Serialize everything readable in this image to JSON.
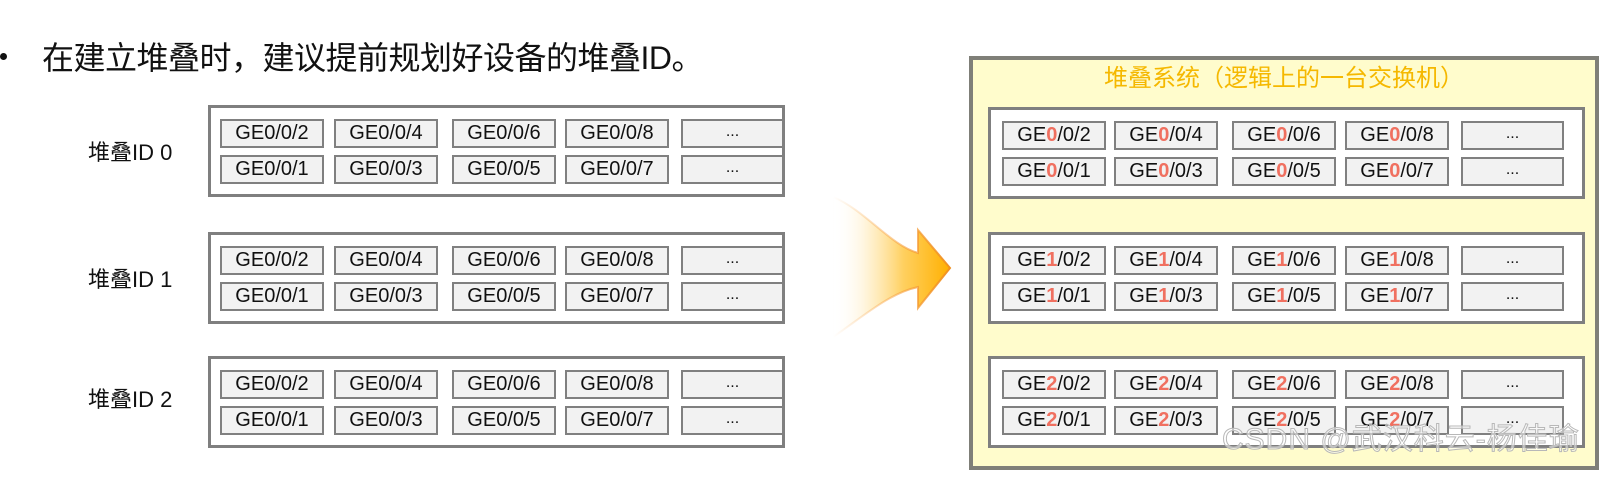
{
  "heading": {
    "bullet_icon": "bullet-dot",
    "text": "在建立堆叠时，建议提前规划好设备的堆叠ID。"
  },
  "left_stacks": [
    {
      "label": "堆叠ID 0",
      "top_row": [
        "GE0/0/2",
        "GE0/0/4",
        "GE0/0/6",
        "GE0/0/8",
        "..."
      ],
      "bottom_row": [
        "GE0/0/1",
        "GE0/0/3",
        "GE0/0/5",
        "GE0/0/7",
        "..."
      ]
    },
    {
      "label": "堆叠ID 1",
      "top_row": [
        "GE0/0/2",
        "GE0/0/4",
        "GE0/0/6",
        "GE0/0/8",
        "..."
      ],
      "bottom_row": [
        "GE0/0/1",
        "GE0/0/3",
        "GE0/0/5",
        "GE0/0/7",
        "..."
      ]
    },
    {
      "label": "堆叠ID 2",
      "top_row": [
        "GE0/0/2",
        "GE0/0/4",
        "GE0/0/6",
        "GE0/0/8",
        "..."
      ],
      "bottom_row": [
        "GE0/0/1",
        "GE0/0/3",
        "GE0/0/5",
        "GE0/0/7",
        "..."
      ]
    }
  ],
  "arrow_icon": "right-arrow-gradient",
  "stack_system": {
    "title": "堆叠系统（逻辑上的一台交换机）",
    "members": [
      {
        "slot": "0",
        "top_row": [
          {
            "prefix": "GE",
            "slot": "0",
            "suffix": "/0/2"
          },
          {
            "prefix": "GE",
            "slot": "0",
            "suffix": "/0/4"
          },
          {
            "prefix": "GE",
            "slot": "0",
            "suffix": "/0/6"
          },
          {
            "prefix": "GE",
            "slot": "0",
            "suffix": "/0/8"
          },
          {
            "prefix": "...",
            "slot": "",
            "suffix": ""
          }
        ],
        "bottom_row": [
          {
            "prefix": "GE",
            "slot": "0",
            "suffix": "/0/1"
          },
          {
            "prefix": "GE",
            "slot": "0",
            "suffix": "/0/3"
          },
          {
            "prefix": "GE",
            "slot": "0",
            "suffix": "/0/5"
          },
          {
            "prefix": "GE",
            "slot": "0",
            "suffix": "/0/7"
          },
          {
            "prefix": "...",
            "slot": "",
            "suffix": ""
          }
        ]
      },
      {
        "slot": "1",
        "top_row": [
          {
            "prefix": "GE",
            "slot": "1",
            "suffix": "/0/2"
          },
          {
            "prefix": "GE",
            "slot": "1",
            "suffix": "/0/4"
          },
          {
            "prefix": "GE",
            "slot": "1",
            "suffix": "/0/6"
          },
          {
            "prefix": "GE",
            "slot": "1",
            "suffix": "/0/8"
          },
          {
            "prefix": "...",
            "slot": "",
            "suffix": ""
          }
        ],
        "bottom_row": [
          {
            "prefix": "GE",
            "slot": "1",
            "suffix": "/0/1"
          },
          {
            "prefix": "GE",
            "slot": "1",
            "suffix": "/0/3"
          },
          {
            "prefix": "GE",
            "slot": "1",
            "suffix": "/0/5"
          },
          {
            "prefix": "GE",
            "slot": "1",
            "suffix": "/0/7"
          },
          {
            "prefix": "...",
            "slot": "",
            "suffix": ""
          }
        ]
      },
      {
        "slot": "2",
        "top_row": [
          {
            "prefix": "GE",
            "slot": "2",
            "suffix": "/0/2"
          },
          {
            "prefix": "GE",
            "slot": "2",
            "suffix": "/0/4"
          },
          {
            "prefix": "GE",
            "slot": "2",
            "suffix": "/0/6"
          },
          {
            "prefix": "GE",
            "slot": "2",
            "suffix": "/0/8"
          },
          {
            "prefix": "...",
            "slot": "",
            "suffix": ""
          }
        ],
        "bottom_row": [
          {
            "prefix": "GE",
            "slot": "2",
            "suffix": "/0/1"
          },
          {
            "prefix": "GE",
            "slot": "2",
            "suffix": "/0/3"
          },
          {
            "prefix": "GE",
            "slot": "2",
            "suffix": "/0/5"
          },
          {
            "prefix": "GE",
            "slot": "2",
            "suffix": "/0/7"
          },
          {
            "prefix": "...",
            "slot": "",
            "suffix": ""
          }
        ]
      }
    ]
  },
  "colors": {
    "highlight_slot": "#f07060",
    "system_title": "#f5b800",
    "system_fill": "#fffccc",
    "port_fill": "#f2f2f2",
    "frame_border": "#7f7f7f"
  },
  "watermark": "CSDN @武汉科云-杨佳瑜"
}
